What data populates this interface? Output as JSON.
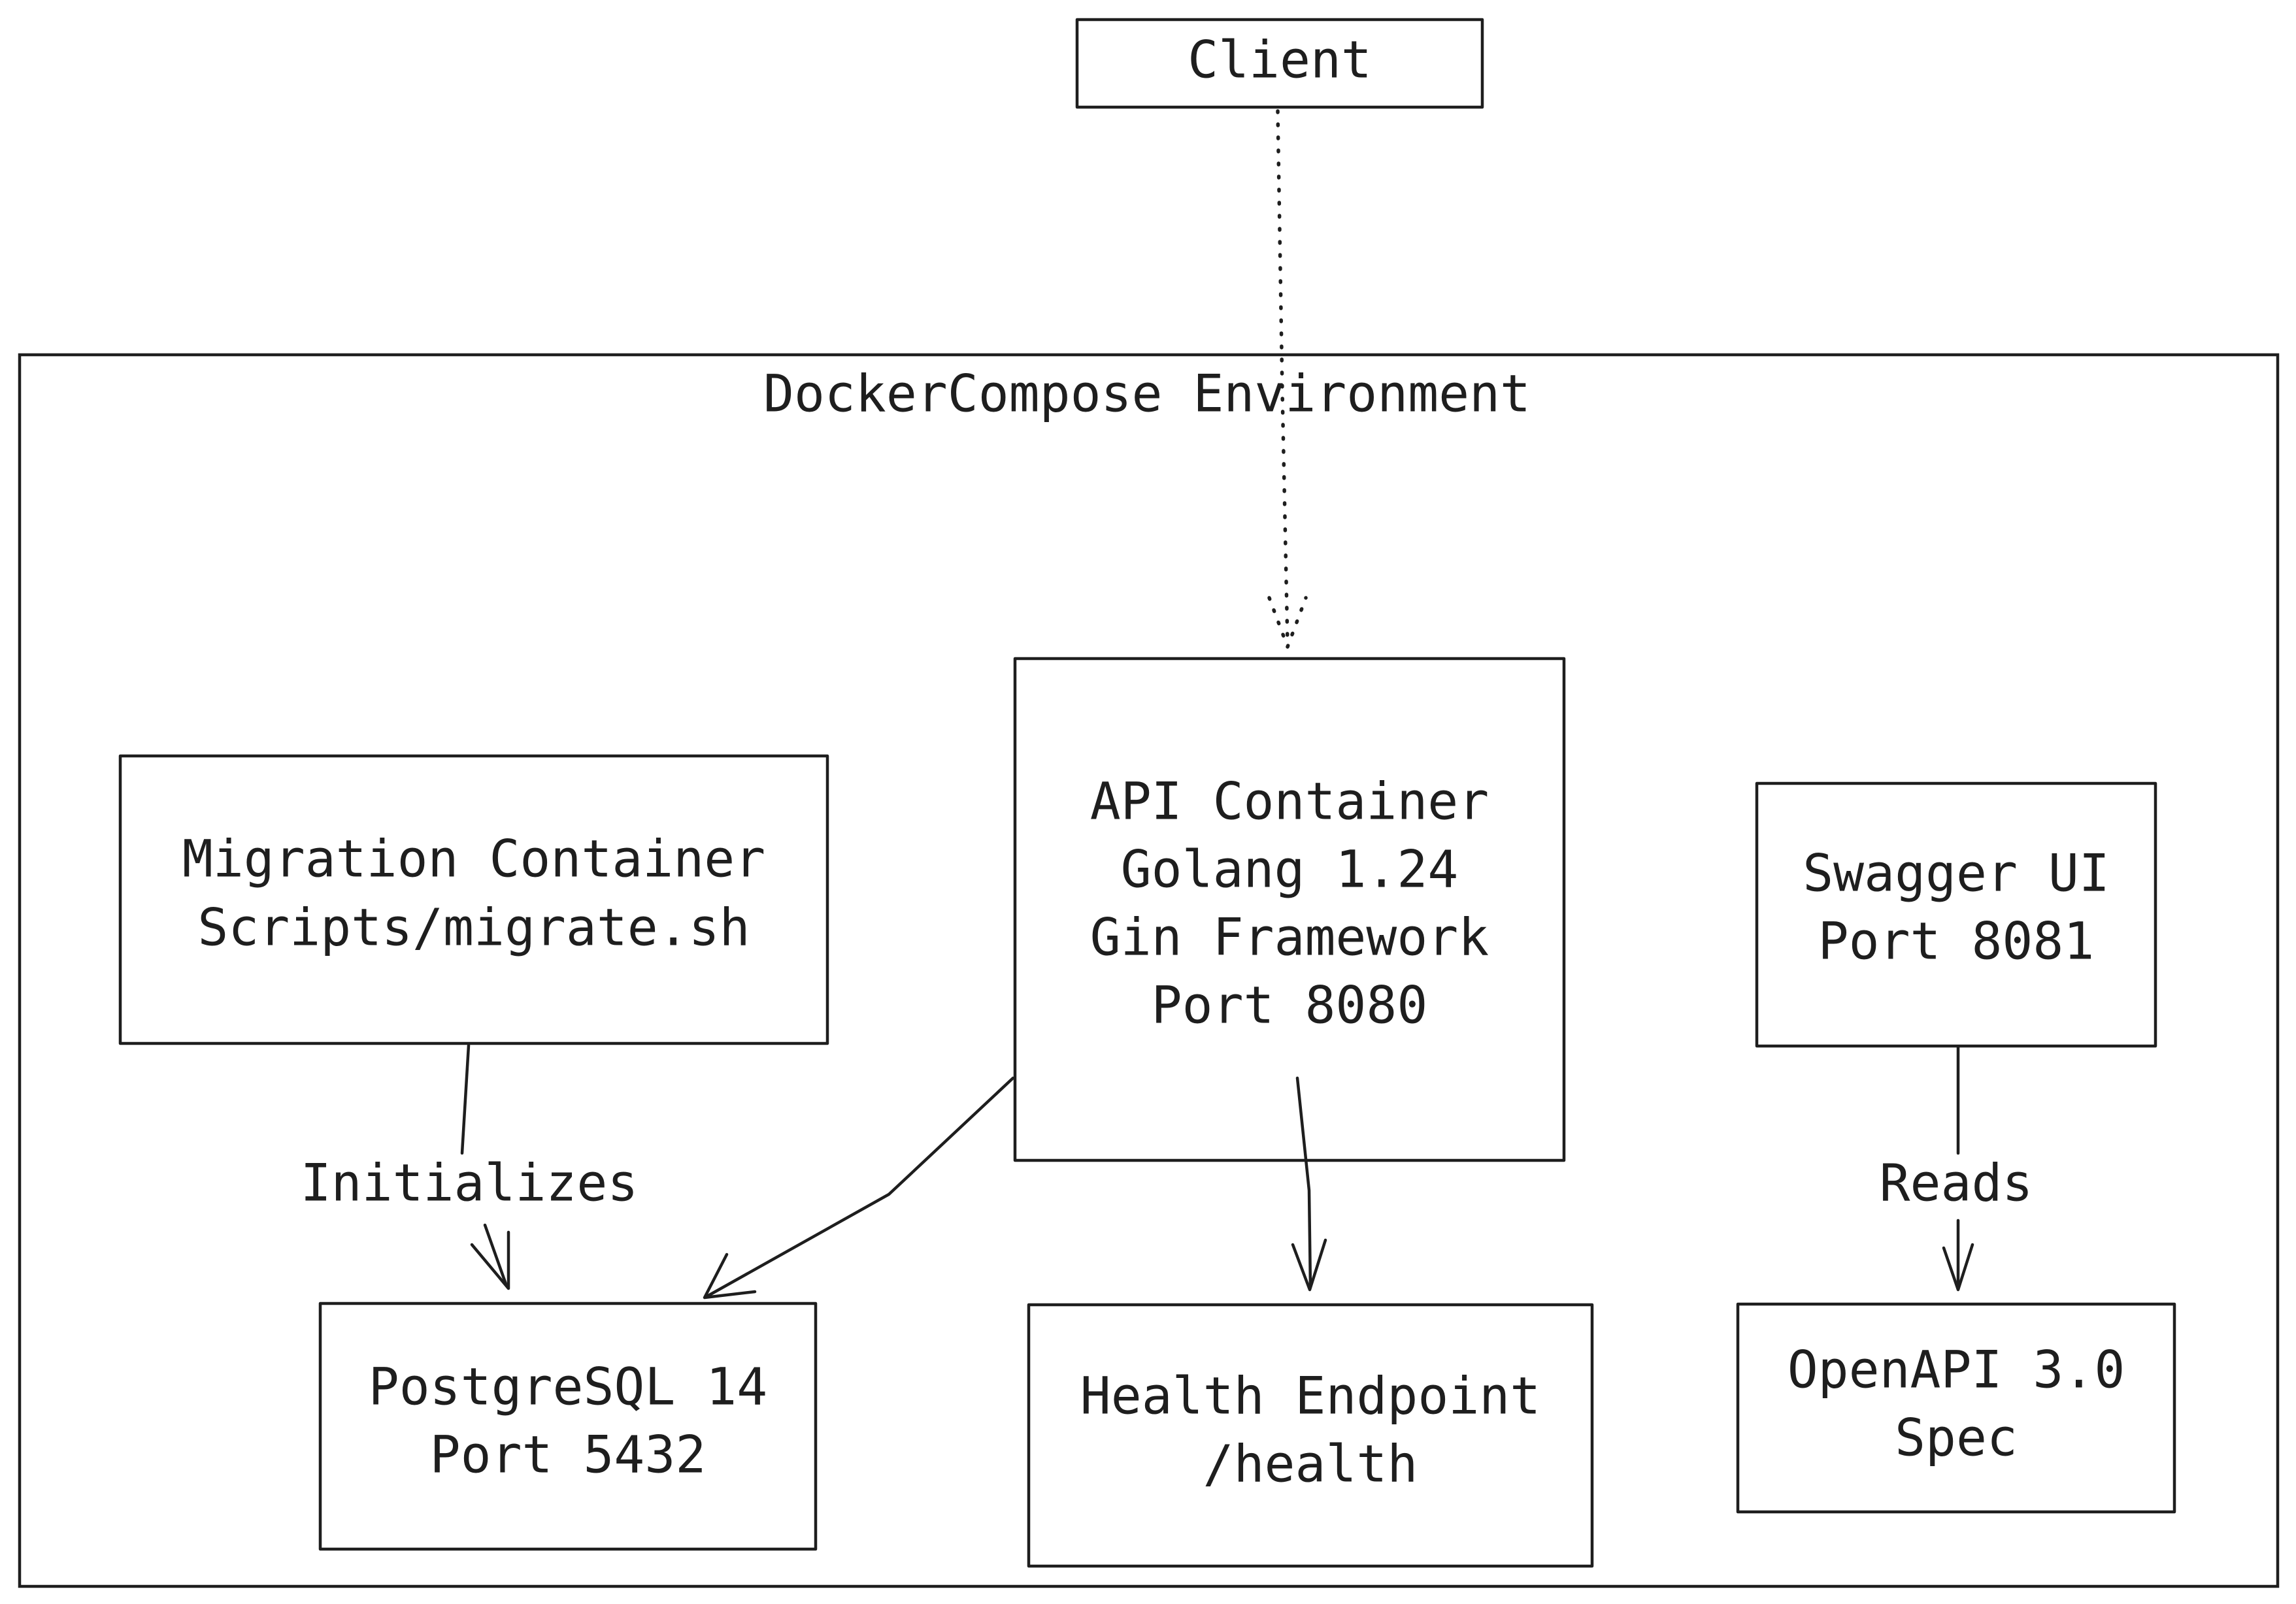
{
  "diagram": {
    "client": {
      "label": "Client"
    },
    "environment": {
      "label": "DockerCompose Environment"
    },
    "api_container": {
      "lines": [
        "API Container",
        "Golang 1.24",
        "Gin Framework",
        "Port 8080"
      ]
    },
    "migration_container": {
      "lines": [
        "Migration Container",
        "Scripts/migrate.sh"
      ]
    },
    "swagger_ui": {
      "lines": [
        "Swagger UI",
        "Port 8081"
      ]
    },
    "postgresql": {
      "lines": [
        "PostgreSQL 14",
        "Port 5432"
      ]
    },
    "health_endpoint": {
      "lines": [
        "Health Endpoint",
        "/health"
      ]
    },
    "openapi_spec": {
      "lines": [
        "OpenAPI 3.0",
        "Spec"
      ]
    },
    "edges": {
      "migration_to_postgres": "Initializes",
      "swagger_to_openapi": "Reads",
      "client_to_api": "",
      "api_to_postgres": "",
      "api_to_health": ""
    }
  }
}
